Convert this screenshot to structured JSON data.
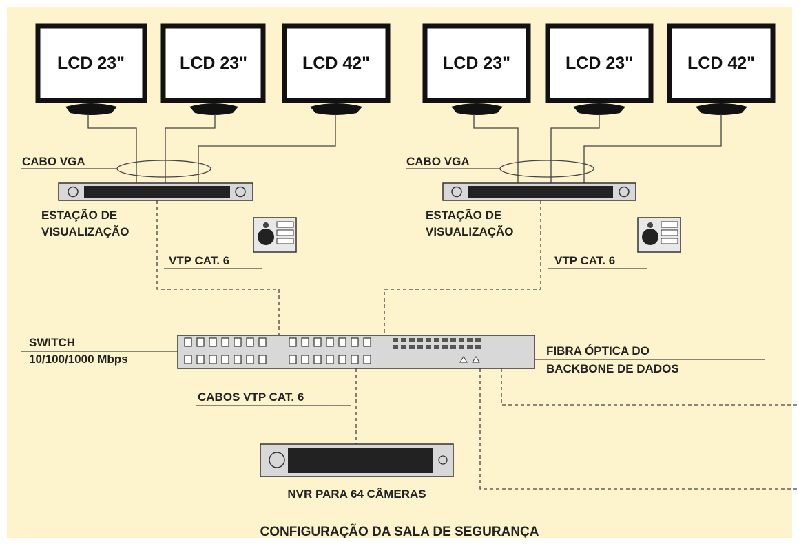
{
  "colors": {
    "background": "#fdf3cc",
    "line": "#444444",
    "device_fill": "#d8d8d8"
  },
  "title": "CONFIGURAÇÃO DA SALA DE SEGURANÇA",
  "monitors": [
    "LCD 23\"",
    "LCD 23\"",
    "LCD 42\"",
    "LCD 23\"",
    "LCD 23\"",
    "LCD 42\""
  ],
  "labels": {
    "vga_left": "CABO VGA",
    "vga_right": "CABO VGA",
    "station_left_1": "ESTAÇÃO DE",
    "station_left_2": "VISUALIZAÇÃO",
    "station_right_1": "ESTAÇÃO DE",
    "station_right_2": "VISUALIZAÇÃO",
    "vtp_left": "VTP CAT. 6",
    "vtp_right": "VTP CAT. 6",
    "switch_1": "SWITCH",
    "switch_2": "10/100/1000 Mbps",
    "fiber_1": "FIBRA ÓPTICA DO",
    "fiber_2": "BACKBONE DE DADOS",
    "cabos": "CABOS VTP CAT. 6",
    "nvr": "NVR PARA 64 CÂMERAS"
  },
  "icons": [
    "monitor-icon",
    "workstation-icon",
    "joystick-controller-icon",
    "network-switch-icon",
    "nvr-recorder-icon"
  ]
}
